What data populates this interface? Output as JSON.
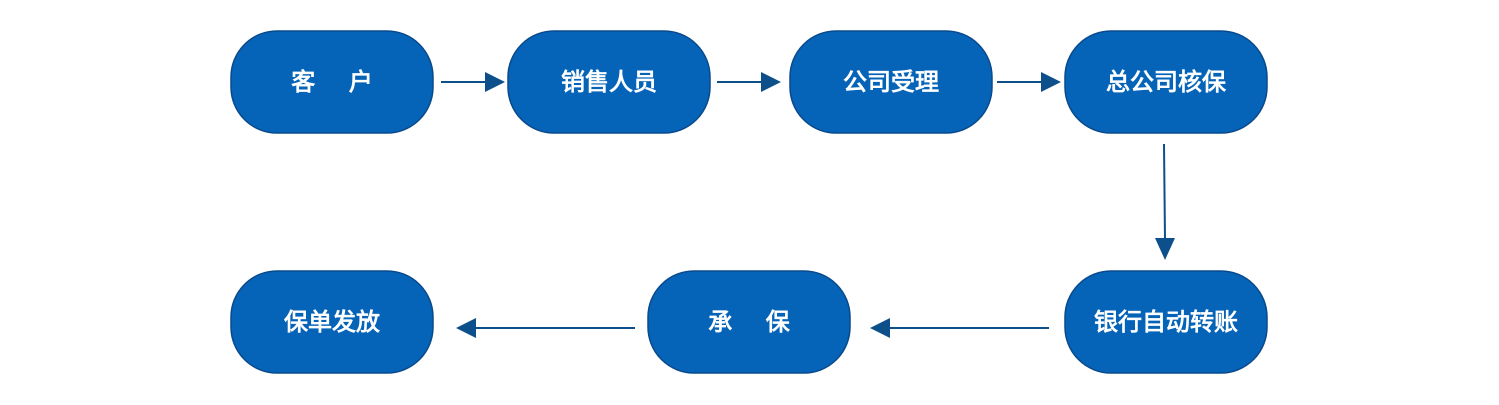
{
  "colors": {
    "node_fill": "#0563B8",
    "node_border": "#0A4A8C",
    "arrow": "#0D4F8B",
    "text": "#FFFFFF",
    "background": "#FFFFFF"
  },
  "nodes": [
    {
      "id": "customer",
      "label": "客    户"
    },
    {
      "id": "sales",
      "label": "销售人员"
    },
    {
      "id": "company-accept",
      "label": "公司受理"
    },
    {
      "id": "hq-underwriting",
      "label": "总公司核保"
    },
    {
      "id": "bank-transfer",
      "label": "银行自动转账"
    },
    {
      "id": "underwrite",
      "label": "承    保"
    },
    {
      "id": "policy-issue",
      "label": "保单发放"
    }
  ],
  "edges": [
    {
      "from": "customer",
      "to": "sales"
    },
    {
      "from": "sales",
      "to": "company-accept"
    },
    {
      "from": "company-accept",
      "to": "hq-underwriting"
    },
    {
      "from": "hq-underwriting",
      "to": "bank-transfer"
    },
    {
      "from": "bank-transfer",
      "to": "underwrite"
    },
    {
      "from": "underwrite",
      "to": "policy-issue"
    }
  ]
}
